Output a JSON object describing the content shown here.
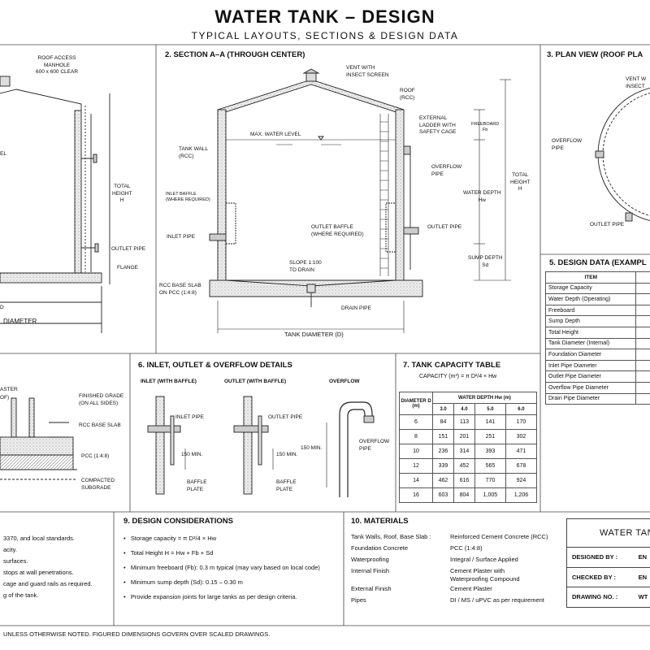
{
  "header": {
    "title": "WATER TANK – DESIGN",
    "subtitle": "TYPICAL LAYOUTS, SECTIONS & DESIGN DATA"
  },
  "elevation": {
    "roof_access": "ROOF ACCESS\nMANHOLE\n600 x 600 CLEAR",
    "total_height": "TOTAL\nHEIGHT\nH",
    "outlet_pipe": "OUTLET PIPE",
    "flange": "FLANGE",
    "level_frag": "EL",
    "tank_diameter": "DIAMETER",
    "frag_d": "D"
  },
  "section": {
    "title": "2. SECTION A–A (THROUGH CENTER)",
    "vent": "VENT WITH\nINSECT SCREEN",
    "roof": "ROOF\n(RCC)",
    "external_ladder": "EXTERNAL\nLADDER WITH\nSAFETY CAGE",
    "freeboard": "FREEBOARD\nFb",
    "max_water_level": "MAX. WATER LEVEL",
    "tank_wall": "TANK WALL\n(RCC)",
    "overflow_pipe": "OVERFLOW\nPIPE",
    "total_height": "TOTAL\nHEIGHT\nH",
    "water_depth": "WATER DEPTH\nHw",
    "inlet_baffle": "INLET BAFFLE\n(WHERE REQUIRED)",
    "inlet_pipe": "INLET PIPE",
    "outlet_baffle": "OUTLET BAFFLE\n(WHERE REQUIRED)",
    "outlet_pipe": "OUTLET PIPE",
    "sump_depth": "SUMP DEPTH\nSd",
    "slope": "SLOPE 1:100\nTO DRAIN",
    "base_slab": "RCC BASE SLAB\nON PCC (1:4:8)",
    "drain_pipe": "DRAIN PIPE",
    "tank_diameter": "TANK DIAMETER (D)"
  },
  "plan": {
    "title": "3. PLAN VIEW (ROOF PLA",
    "vent": "VENT W\nINSECT",
    "overflow_pipe": "OVERFLOW\nPIPE",
    "outlet_pipe": "OUTLET PIPE"
  },
  "foundation": {
    "aster": "ASTER",
    "of": "OF)",
    "finished_grade": "FINISHED GRADE\n(ON ALL SIDES)",
    "rcc_base_slab": "RCC BASE SLAB",
    "pcc": "PCC (1:4:8)",
    "compacted_subgrade": "COMPACTED\nSUBGRADE"
  },
  "details": {
    "title": "6. INLET, OUTLET & OVERFLOW DETAILS",
    "inlet_head": "INLET (WITH BAFFLE)",
    "outlet_head": "OUTLET (WITH BAFFLE)",
    "overflow_head": "OVERFLOW",
    "inlet_pipe": "INLET PIPE",
    "outlet_pipe": "OUTLET PIPE",
    "min1": "150 MIN.",
    "min2": "150 MIN.",
    "min3": "150 MIN.",
    "baffle_plate1": "BAFFLE\nPLATE",
    "baffle_plate2": "BAFFLE\nPLATE",
    "overflow_pipe": "OVERFLOW\nPIPE"
  },
  "capacity": {
    "title": "7. TANK CAPACITY TABLE",
    "formula": "CAPACITY (m³) = π D²/4 × Hw",
    "col_d": "DIAMETER D\n(m)",
    "col_hw": "WATER DEPTH Hw (m)",
    "depths": [
      "3.0",
      "4.0",
      "5.0",
      "6.0"
    ],
    "rows": [
      {
        "d": "6",
        "v": [
          "84",
          "113",
          "141",
          "170"
        ]
      },
      {
        "d": "8",
        "v": [
          "151",
          "201",
          "251",
          "302"
        ]
      },
      {
        "d": "10",
        "v": [
          "236",
          "314",
          "393",
          "471"
        ]
      },
      {
        "d": "12",
        "v": [
          "339",
          "452",
          "565",
          "678"
        ]
      },
      {
        "d": "14",
        "v": [
          "462",
          "616",
          "770",
          "924"
        ]
      },
      {
        "d": "16",
        "v": [
          "603",
          "804",
          "1,005",
          "1,206"
        ]
      }
    ]
  },
  "design_data": {
    "title": "5. DESIGN DATA (EXAMPL",
    "col_item": "ITEM",
    "items": [
      "Storage Capacity",
      "Water Depth (Operating)",
      "Freeboard",
      "Sump Depth",
      "Total Height",
      "Tank Diameter (Internal)",
      "Foundation Diameter",
      "Inlet Pipe Diameter",
      "Outlet Pipe Diameter",
      "Overflow Pipe Diameter",
      "Drain Pipe Diameter"
    ]
  },
  "notes_left": {
    "lines": [
      "3370, and local standards.",
      "acity.",
      "surfaces.",
      "stops at wall penetrations.",
      "cage and guard rails as required.",
      "g of the tank."
    ]
  },
  "considerations": {
    "title": "9. DESIGN CONSIDERATIONS",
    "items": [
      "Storage capacity = π D²/4 × Hw",
      "Total Height H = Hw + Fb + Sd",
      "Minimum freeboard (Fb): 0.3 m typical (may vary based on local code)",
      "Minimum sump depth (Sd): 0.15 – 0.30 m",
      "Provide expansion joints for large tanks as per design criteria."
    ]
  },
  "materials": {
    "title": "10. MATERIALS",
    "rows": [
      {
        "k": "Tank Walls, Roof, Base Slab :",
        "v": "Reinforced Cement Concrete (RCC)"
      },
      {
        "k": "Foundation Concrete",
        "v": "PCC (1:4:8)"
      },
      {
        "k": "Waterproofing",
        "v": "Integral / Surface Applied"
      },
      {
        "k": "Internal Finish",
        "v": "Cement Plaster with\nWaterproofing Compound"
      },
      {
        "k": "External Finish",
        "v": "Cement Plaster"
      },
      {
        "k": "Pipes",
        "v": "DI / MS / uPVC as per requirement"
      }
    ]
  },
  "title_block": {
    "name": "WATER TAN",
    "designed_by": "DESIGNED BY :",
    "designed_val": "EN",
    "checked_by": "CHECKED BY :",
    "checked_val": "EN",
    "drawing_no": "DRAWING NO. :",
    "drawing_val": "WT"
  },
  "footer": {
    "note": "UNLESS OTHERWISE NOTED.  FIGURED DIMENSIONS GOVERN OVER SCALED DRAWINGS."
  }
}
